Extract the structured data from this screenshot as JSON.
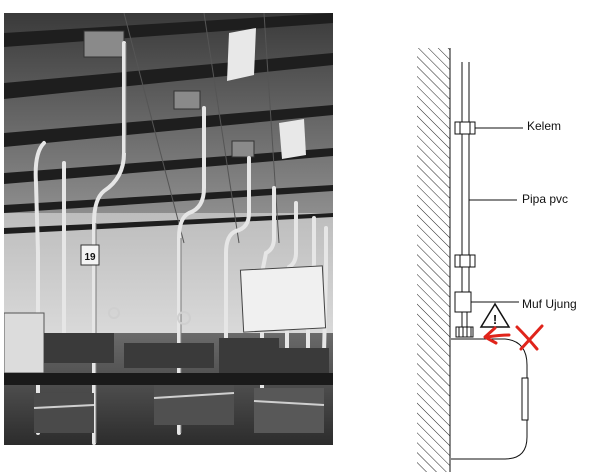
{
  "photo": {
    "sign_number": "19"
  },
  "diagram": {
    "labels": {
      "clamp": "Kelem",
      "pipe": "Pipa pvc",
      "end_coupling": "Muf Ujung"
    },
    "warning_symbol": "!",
    "annotation_color": "#e0241b"
  },
  "icons": [
    "warning-triangle-icon",
    "red-arrow-icon",
    "red-cross-icon"
  ]
}
